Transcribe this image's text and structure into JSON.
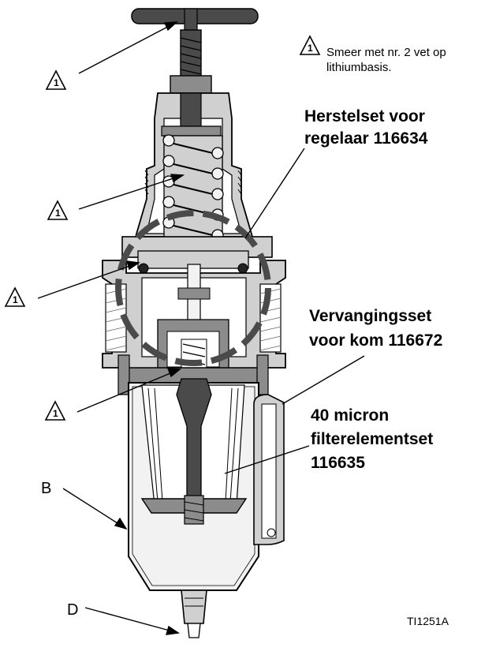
{
  "colors": {
    "dark": "#4a4a4a",
    "mid": "#8c8c8c",
    "light": "#d0d0d0",
    "bowl": "#f2f2f2",
    "outline": "#000000"
  },
  "note": {
    "symbol_number": "1",
    "line1": "Smeer met nr. 2 vet op",
    "line2": "lithiumbasis."
  },
  "callouts": {
    "regulator_kit": {
      "line1": "Herstelset voor",
      "line2": "regelaar 116634"
    },
    "bowl_kit": {
      "line1": "Vervangingsset",
      "line2": "voor kom 116672"
    },
    "filter_kit": {
      "line1": "40 micron",
      "line2": "filterelementset",
      "line3": "116635"
    }
  },
  "letters": {
    "b": "B",
    "d": "D"
  },
  "warning_number": "1",
  "figure_id": "TI1251A"
}
